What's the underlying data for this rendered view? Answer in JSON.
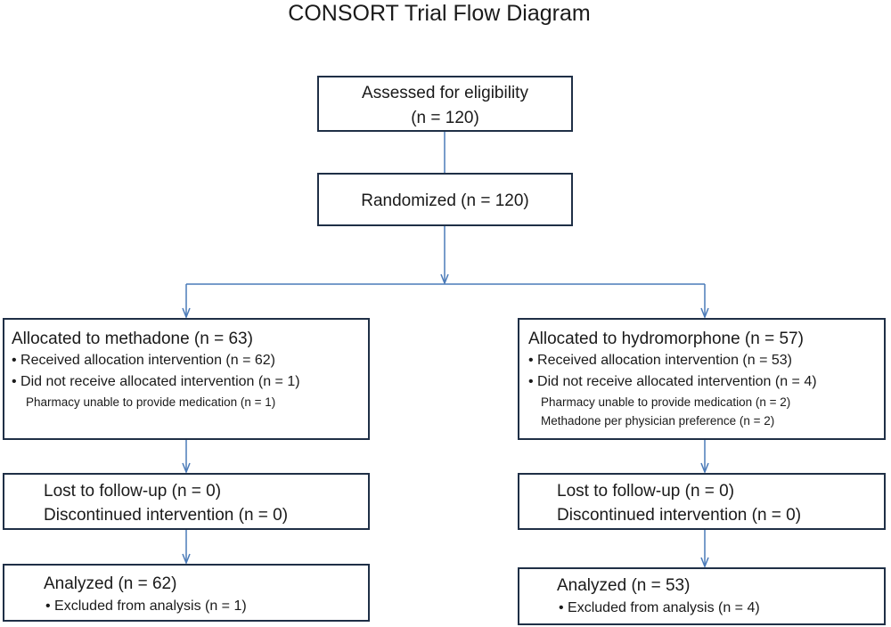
{
  "title": "CONSORT Trial Flow Diagram",
  "assessed": {
    "label": "Assessed for eligibility",
    "count": "(n = 120)"
  },
  "randomized": {
    "label": "Randomized (n = 120)"
  },
  "arms": [
    {
      "allocation": {
        "heading": "Allocated to methadone (n = 63)",
        "bullets": [
          "Received allocation intervention (n = 62)",
          "Did not receive allocated intervention (n = 1)"
        ],
        "sub_items": [
          "Pharmacy unable to provide medication (n = 1)"
        ]
      },
      "followup": {
        "lines": [
          "Lost to follow-up (n = 0)",
          "Discontinued intervention (n = 0)"
        ]
      },
      "analysis": {
        "heading": "Analyzed (n = 62)",
        "bullets": [
          "Excluded from analysis (n = 1)"
        ]
      }
    },
    {
      "allocation": {
        "heading": "Allocated to hydromorphone (n = 57)",
        "bullets": [
          "Received allocation intervention (n = 53)",
          "Did not receive allocated intervention (n = 4)"
        ],
        "sub_items": [
          "Pharmacy unable to provide medication (n = 2)",
          "Methadone per physician preference (n = 2)"
        ]
      },
      "followup": {
        "lines": [
          "Lost to follow-up (n = 0)",
          "Discontinued intervention (n = 0)"
        ]
      },
      "analysis": {
        "heading": "Analyzed (n = 53)",
        "bullets": [
          "Excluded from analysis (n = 4)"
        ]
      }
    }
  ]
}
